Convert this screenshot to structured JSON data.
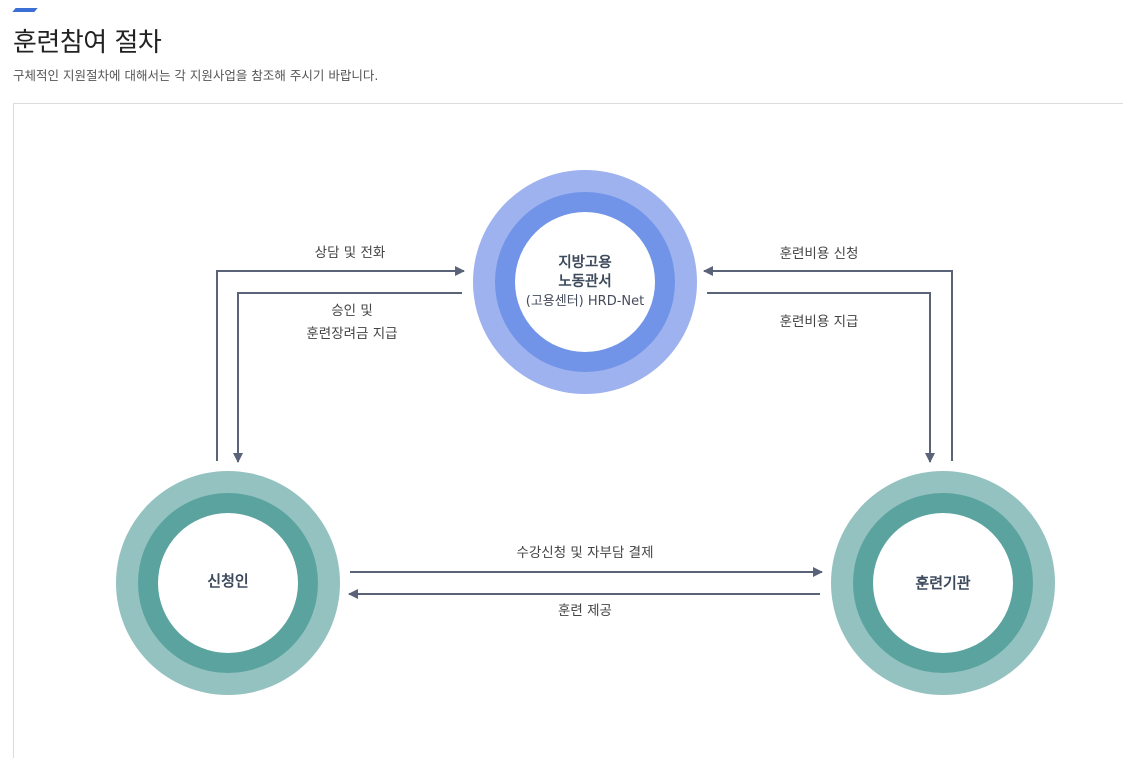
{
  "header": {
    "title": "훈련참여 절차",
    "description": "구체적인 지원절차에 대해서는 각 지원사업을 참조해 주시기 바랍니다."
  },
  "colors": {
    "accent": "#3b6fd6",
    "blue_outer": "#9db2ee",
    "blue_inner": "#7194e8",
    "teal_outer": "#94c2c0",
    "teal_inner": "#5ba39f",
    "arrow": "#5a6378"
  },
  "diagram": {
    "nodes": {
      "office": {
        "line1": "지방고용",
        "line2": "노동관서",
        "line3": "(고용센터) HRD-Net"
      },
      "applicant": {
        "label": "신청인"
      },
      "institution": {
        "label": "훈련기관"
      }
    },
    "edges": {
      "consult": "상담 및 전화",
      "approve_line1": "승인 및",
      "approve_line2": "훈련장려금 지급",
      "cost_request": "훈련비용 신청",
      "cost_payment": "훈련비용 지급",
      "enroll": "수강신청 및 자부담 결제",
      "provide": "훈련 제공"
    }
  }
}
